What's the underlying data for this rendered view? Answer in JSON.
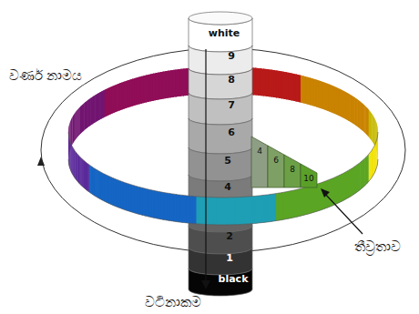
{
  "diagram": {
    "labels": [
      "white",
      "9",
      "8",
      "7",
      "6",
      "5",
      "4",
      "4",
      "6",
      "8",
      "10",
      "2",
      "1",
      "black",
      "වර්ණ නාමය",
      "තීව්‍රතාව",
      "වටිනාකම"
    ]
  }
}
